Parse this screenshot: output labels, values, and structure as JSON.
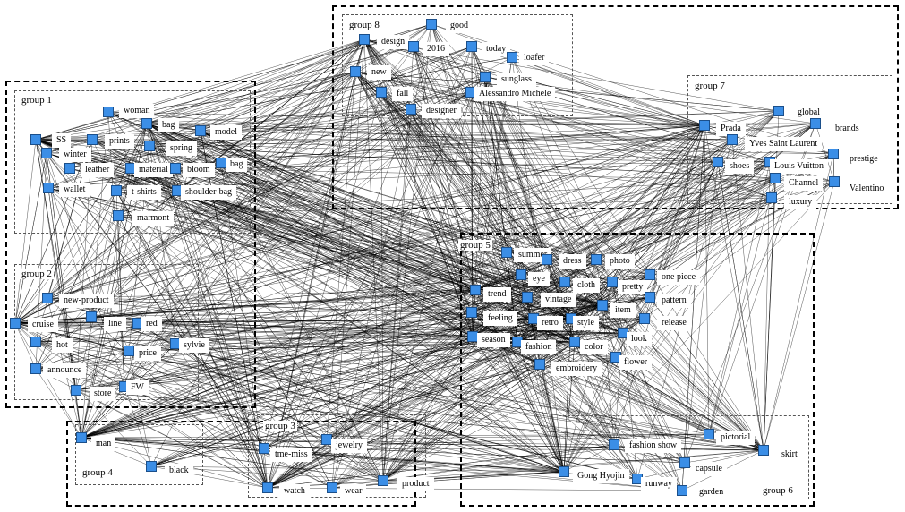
{
  "groups": [
    {
      "id": "g1",
      "label": "group 1"
    },
    {
      "id": "g2",
      "label": "group 2"
    },
    {
      "id": "g3",
      "label": "group 3"
    },
    {
      "id": "g4",
      "label": "group 4"
    },
    {
      "id": "g5",
      "label": "group 5"
    },
    {
      "id": "g6",
      "label": "group 6"
    },
    {
      "id": "g7",
      "label": "group 7"
    },
    {
      "id": "g8",
      "label": "group 8"
    }
  ],
  "nodes": [
    {
      "id": "good",
      "label": "good",
      "group": "g8"
    },
    {
      "id": "design",
      "label": "design",
      "group": "g8"
    },
    {
      "id": "y2016",
      "label": "2016",
      "group": "g8"
    },
    {
      "id": "today",
      "label": "today",
      "group": "g8"
    },
    {
      "id": "loafer",
      "label": "loafer",
      "group": "g8"
    },
    {
      "id": "new",
      "label": "new",
      "group": "g8"
    },
    {
      "id": "sunglass",
      "label": "sunglass",
      "group": "g8"
    },
    {
      "id": "fall",
      "label": "fall",
      "group": "g8"
    },
    {
      "id": "alessandro",
      "label": "Alessandro Michele",
      "group": "g8"
    },
    {
      "id": "designer",
      "label": "designer",
      "group": "g8"
    },
    {
      "id": "woman",
      "label": "woman",
      "group": "g1"
    },
    {
      "id": "bag1",
      "label": "bag",
      "group": "g1"
    },
    {
      "id": "model",
      "label": "model",
      "group": "g1"
    },
    {
      "id": "ss",
      "label": "SS",
      "group": "g1"
    },
    {
      "id": "prints",
      "label": "prints",
      "group": "g1"
    },
    {
      "id": "spring",
      "label": "spring",
      "group": "g1"
    },
    {
      "id": "winter",
      "label": "winter",
      "group": "g1"
    },
    {
      "id": "bag2",
      "label": "bag",
      "group": "g1"
    },
    {
      "id": "leather",
      "label": "leather",
      "group": "g1"
    },
    {
      "id": "material",
      "label": "material",
      "group": "g1"
    },
    {
      "id": "bloom",
      "label": "bloom",
      "group": "g1"
    },
    {
      "id": "wallet",
      "label": "wallet",
      "group": "g1"
    },
    {
      "id": "tshirts",
      "label": "t-shirts",
      "group": "g1"
    },
    {
      "id": "shoulderbag",
      "label": "shoulder-bag",
      "group": "g1"
    },
    {
      "id": "marmont",
      "label": "marmont",
      "group": "g1"
    },
    {
      "id": "newproduct",
      "label": "new-product",
      "group": "g2"
    },
    {
      "id": "cruise",
      "label": "cruise",
      "group": "g2"
    },
    {
      "id": "line",
      "label": "line",
      "group": "g2"
    },
    {
      "id": "red",
      "label": "red",
      "group": "g2"
    },
    {
      "id": "hot",
      "label": "hot",
      "group": "g2"
    },
    {
      "id": "price",
      "label": "price",
      "group": "g2"
    },
    {
      "id": "sylvie",
      "label": "sylvie",
      "group": "g2"
    },
    {
      "id": "announce",
      "label": "announce",
      "group": "g2"
    },
    {
      "id": "fw",
      "label": "FW",
      "group": "g2"
    },
    {
      "id": "store",
      "label": "store",
      "group": "g2"
    },
    {
      "id": "global",
      "label": "global",
      "group": "g7"
    },
    {
      "id": "brands",
      "label": "brands",
      "group": "g7"
    },
    {
      "id": "prada",
      "label": "Prada",
      "group": "g7"
    },
    {
      "id": "ysl",
      "label": "Yves Saint Laurent",
      "group": "g7"
    },
    {
      "id": "prestige",
      "label": "prestige",
      "group": "g7"
    },
    {
      "id": "shoes",
      "label": "shoes",
      "group": "g7"
    },
    {
      "id": "lv",
      "label": "Louis Vuitton",
      "group": "g7"
    },
    {
      "id": "channel",
      "label": "Channel",
      "group": "g7"
    },
    {
      "id": "valentino",
      "label": "Valentino",
      "group": "g7"
    },
    {
      "id": "luxury",
      "label": "luxury",
      "group": "g7"
    },
    {
      "id": "summer",
      "label": "summer",
      "group": "g5"
    },
    {
      "id": "dress",
      "label": "dress",
      "group": "g5"
    },
    {
      "id": "photo",
      "label": "photo",
      "group": "g5"
    },
    {
      "id": "eye",
      "label": "eye",
      "group": "g5"
    },
    {
      "id": "onepiece",
      "label": "one piece",
      "group": "g5"
    },
    {
      "id": "cloth",
      "label": "cloth",
      "group": "g5"
    },
    {
      "id": "pretty",
      "label": "pretty",
      "group": "g5"
    },
    {
      "id": "trend",
      "label": "trend",
      "group": "g5"
    },
    {
      "id": "vintage",
      "label": "vintage",
      "group": "g5"
    },
    {
      "id": "pattern",
      "label": "pattern",
      "group": "g5"
    },
    {
      "id": "item",
      "label": "item",
      "group": "g5"
    },
    {
      "id": "feeling",
      "label": "feeling",
      "group": "g5"
    },
    {
      "id": "retro",
      "label": "retro",
      "group": "g5"
    },
    {
      "id": "style",
      "label": "style",
      "group": "g5"
    },
    {
      "id": "release",
      "label": "release",
      "group": "g5"
    },
    {
      "id": "season",
      "label": "season",
      "group": "g5"
    },
    {
      "id": "fashion",
      "label": "fashion",
      "group": "g5"
    },
    {
      "id": "color",
      "label": "color",
      "group": "g5"
    },
    {
      "id": "look",
      "label": "look",
      "group": "g5"
    },
    {
      "id": "embroidery",
      "label": "embroidery",
      "group": "g5"
    },
    {
      "id": "flower",
      "label": "flower",
      "group": "g5"
    },
    {
      "id": "jewelry",
      "label": "jewelry",
      "group": "g3"
    },
    {
      "id": "tmemiss",
      "label": "tme-miss",
      "group": "g3"
    },
    {
      "id": "watch",
      "label": "watch",
      "group": "g3"
    },
    {
      "id": "wear",
      "label": "wear",
      "group": "g3"
    },
    {
      "id": "product",
      "label": "product",
      "group": "g3"
    },
    {
      "id": "man",
      "label": "man",
      "group": "g4"
    },
    {
      "id": "black",
      "label": "black",
      "group": "g4"
    },
    {
      "id": "fashionshow",
      "label": "fashion show",
      "group": "g6"
    },
    {
      "id": "pictorial",
      "label": "pictorial",
      "group": "g6"
    },
    {
      "id": "skirt",
      "label": "skirt",
      "group": "g6"
    },
    {
      "id": "gong",
      "label": "Gong  Hyojin",
      "group": "g6"
    },
    {
      "id": "capsule",
      "label": "capsule",
      "group": "g6"
    },
    {
      "id": "runway",
      "label": "runway",
      "group": "g6"
    },
    {
      "id": "garden",
      "label": "garden",
      "group": "g6"
    }
  ]
}
